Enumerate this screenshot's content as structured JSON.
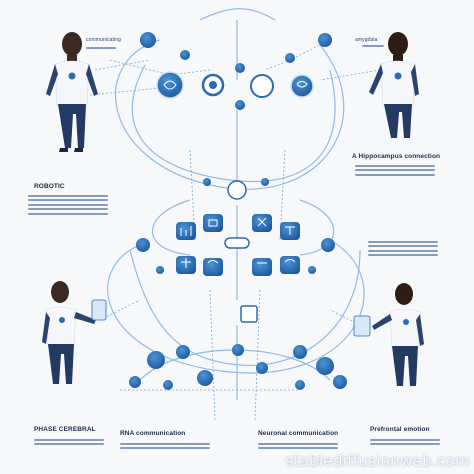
{
  "labels": {
    "top_left_caption": "communicating",
    "top_right_caption": "amygdala",
    "mid_left_title": "ROBOTIC",
    "mid_right_title": "A Hippocampus connection",
    "bottom_left_title": "PHASE CEREBRAL",
    "bottom_mid_title": "RNA communication",
    "bottom_center_title": "Neuronal communication",
    "bottom_right_title": "Prefrontal emotion"
  },
  "watermark": "stablediffusionweb.com",
  "colors": {
    "node_blue": "#2a6bb4",
    "line_blue": "#8fbce6",
    "shirt_white": "#f5f7fb",
    "pants_navy": "#233a63",
    "skin_dark": "#4a2f23"
  },
  "nodes": [
    {
      "name": "brain-node",
      "icon": "brain-icon"
    },
    {
      "name": "eye-node",
      "icon": "eye-icon"
    },
    {
      "name": "dna-node",
      "icon": "dna-icon"
    },
    {
      "name": "heart-node",
      "icon": "heart-icon"
    },
    {
      "name": "gear-node",
      "icon": "gear-icon"
    },
    {
      "name": "person-node",
      "icon": "person-icon"
    },
    {
      "name": "chart-node",
      "icon": "chart-icon"
    }
  ]
}
